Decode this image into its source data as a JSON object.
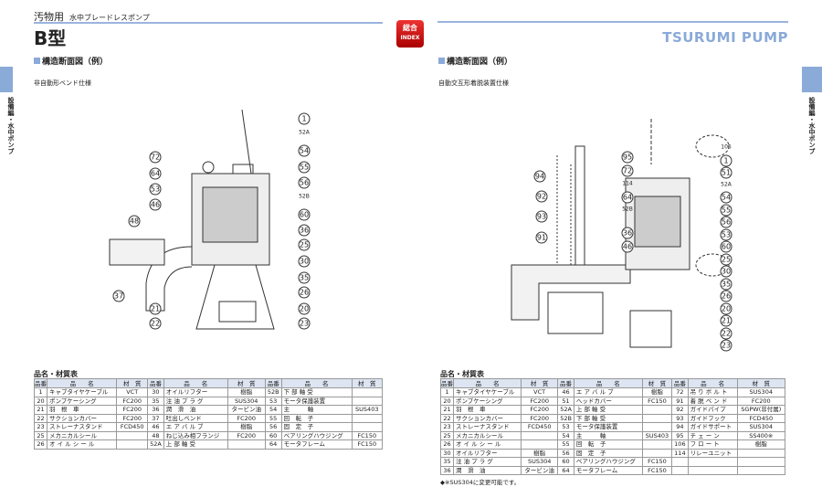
{
  "left": {
    "category": "汚物用",
    "category_sub": "水中ブレードレスポンプ",
    "title": "B型",
    "section": "構造断面図（例）",
    "spec": "非自動形ベンド仕様",
    "side_label": "設備編・水中ポンプ",
    "callouts": [
      "1",
      "52A",
      "54",
      "55",
      "56",
      "52B",
      "60",
      "36",
      "25",
      "30",
      "35",
      "26",
      "20",
      "23",
      "72",
      "64",
      "53",
      "46",
      "48",
      "37",
      "21",
      "22"
    ],
    "table_title": "品名・材質表",
    "headers": [
      "品番",
      "品　　名",
      "材　質"
    ],
    "rows": [
      [
        [
          "1",
          "キャブタイヤケーブル",
          "VCT"
        ],
        [
          "30",
          "オイルリフター",
          "樹脂"
        ],
        [
          "52B",
          "下 部 軸 受",
          ""
        ]
      ],
      [
        [
          "20",
          "ポンプケーシング",
          "FC200"
        ],
        [
          "35",
          "注 油 プ ラ グ",
          "SUS304"
        ],
        [
          "53",
          "モータ保護装置",
          ""
        ]
      ],
      [
        [
          "21",
          "羽　根　車",
          "FC200"
        ],
        [
          "36",
          "潤　滑　油",
          "タービン油"
        ],
        [
          "54",
          "主　　　軸",
          "SUS403"
        ]
      ],
      [
        [
          "22",
          "サクションカバー",
          "FC200"
        ],
        [
          "37",
          "吐出しベンド",
          "FC200"
        ],
        [
          "55",
          "回　転　子",
          ""
        ]
      ],
      [
        [
          "23",
          "ストレーナスタンド",
          "FCD450"
        ],
        [
          "46",
          "エ ア バ ル ブ",
          "樹脂"
        ],
        [
          "56",
          "固　定　子",
          ""
        ]
      ],
      [
        [
          "25",
          "メカニカルシール",
          ""
        ],
        [
          "48",
          "ねじ込み相フランジ",
          "FC200"
        ],
        [
          "60",
          "ベアリングハウジング",
          "FC150"
        ]
      ],
      [
        [
          "26",
          "オ イ ル シ ー ル",
          ""
        ],
        [
          "52A",
          "上 部 軸 受",
          ""
        ],
        [
          "64",
          "モータフレーム",
          "FC150"
        ]
      ]
    ]
  },
  "right": {
    "index_label": "総合",
    "index_sub": "INDEX",
    "brand": "TSURUMI PUMP",
    "section": "構造断面図（例）",
    "spec": "自動交互形着脱装置仕様",
    "side_label": "設備編・水中ポンプ",
    "callouts": [
      "94",
      "92",
      "93",
      "91",
      "95",
      "72",
      "114",
      "64",
      "52B",
      "36",
      "46",
      "106",
      "1",
      "51",
      "52A",
      "54",
      "55",
      "56",
      "53",
      "60",
      "25",
      "30",
      "35",
      "26",
      "20",
      "21",
      "22",
      "23"
    ],
    "table_title": "品名・材質表",
    "headers": [
      "品番",
      "品　　名",
      "材　質"
    ],
    "rows": [
      [
        [
          "1",
          "キャブタイヤケーブル",
          "VCT"
        ],
        [
          "46",
          "エ ア バ ル ブ",
          "樹脂"
        ],
        [
          "72",
          "吊 り ボ ル ト",
          "SUS304"
        ]
      ],
      [
        [
          "20",
          "ポンプケーシング",
          "FC200"
        ],
        [
          "51",
          "ヘッドカバー",
          "FC150"
        ],
        [
          "91",
          "着 脱 ベ ン ド",
          "FC200"
        ]
      ],
      [
        [
          "21",
          "羽　根　車",
          "FC200"
        ],
        [
          "52A",
          "上 部 軸 受",
          ""
        ],
        [
          "92",
          "ガイドパイプ",
          "SGPW(非付属)"
        ]
      ],
      [
        [
          "22",
          "サクションカバー",
          "FC200"
        ],
        [
          "52B",
          "下 部 軸 受",
          ""
        ],
        [
          "93",
          "ガイドフック",
          "FCD450"
        ]
      ],
      [
        [
          "23",
          "ストレーナスタンド",
          "FCD450"
        ],
        [
          "53",
          "モータ保護装置",
          ""
        ],
        [
          "94",
          "ガイドサポート",
          "SUS304"
        ]
      ],
      [
        [
          "25",
          "メカニカルシール",
          ""
        ],
        [
          "54",
          "主　　　軸",
          "SUS403"
        ],
        [
          "95",
          "チ ェ ー ン",
          "SS400※"
        ]
      ],
      [
        [
          "26",
          "オ イ ル シ ー ル",
          ""
        ],
        [
          "55",
          "回　転　子",
          ""
        ],
        [
          "106",
          "フ ロ ー ト",
          "樹脂"
        ]
      ],
      [
        [
          "30",
          "オイルリフター",
          "樹脂"
        ],
        [
          "56",
          "固　定　子",
          ""
        ],
        [
          "114",
          "リレーユニット",
          ""
        ]
      ],
      [
        [
          "35",
          "注 油 プ ラ グ",
          "SUS304"
        ],
        [
          "60",
          "ベアリングハウジング",
          "FC150"
        ],
        [
          "",
          "",
          " "
        ]
      ],
      [
        [
          "36",
          "潤　滑　油",
          "タービン油"
        ],
        [
          "64",
          "モータフレーム",
          "FC150"
        ],
        [
          "",
          "",
          ""
        ]
      ]
    ],
    "note": "◆※SUS304に変更可能です。"
  }
}
